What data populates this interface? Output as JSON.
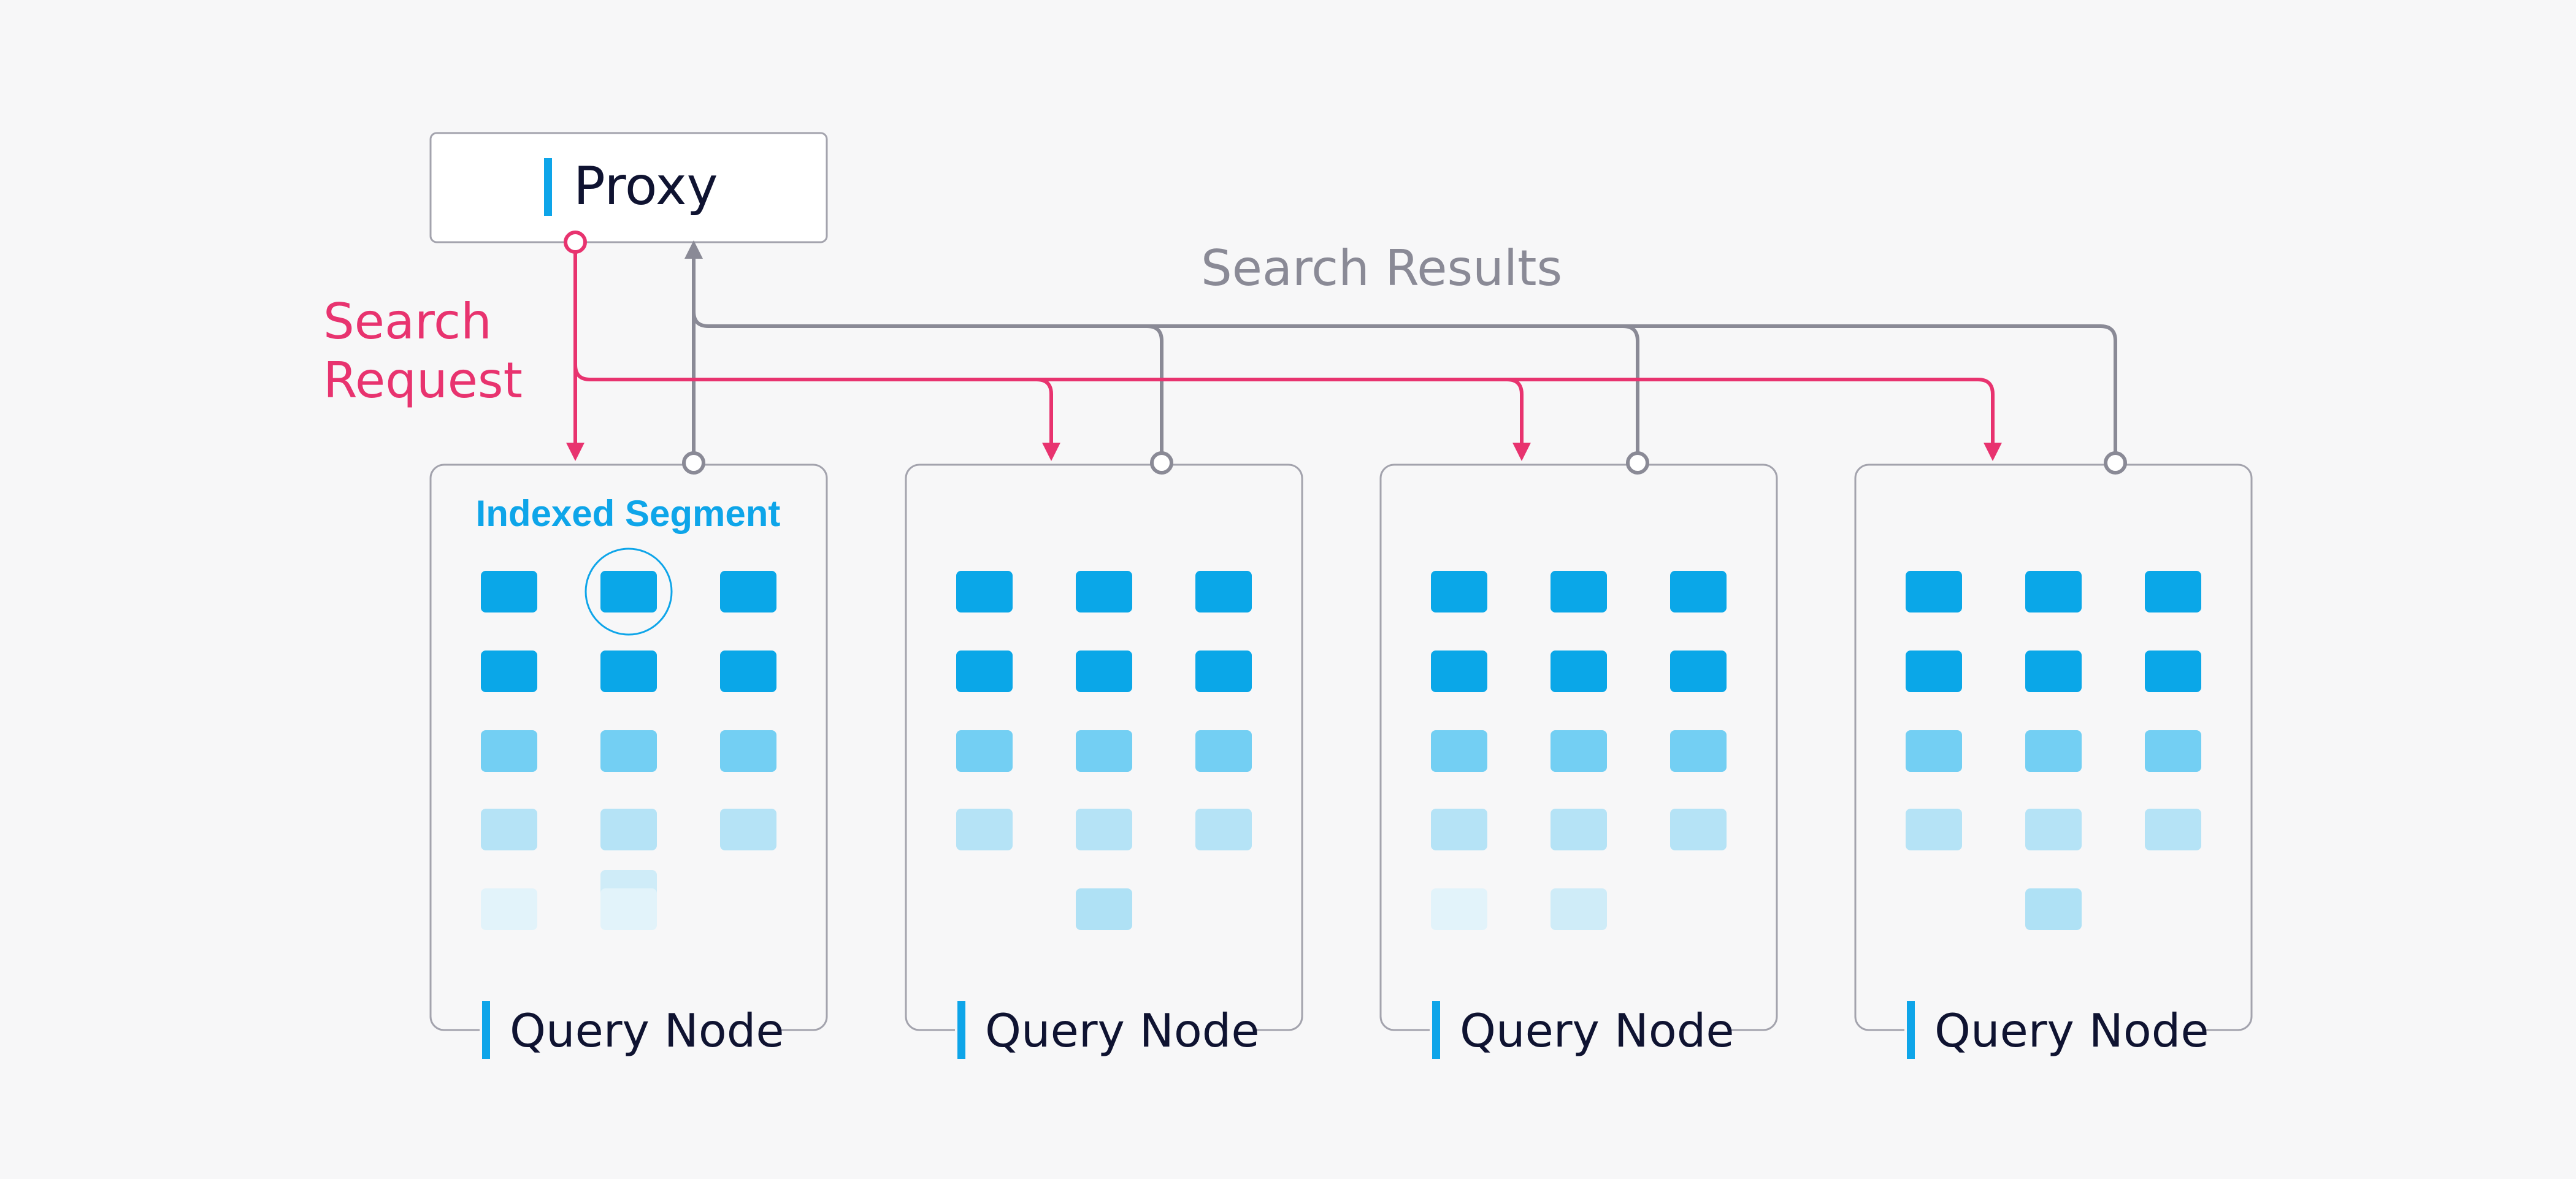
{
  "proxy": {
    "label": "Proxy"
  },
  "search_request_label": [
    "Search",
    "Request"
  ],
  "search_results_label": "Search Results",
  "segment_label": "Indexed Segment",
  "nodes": [
    {
      "label": "Query Node",
      "rows": [
        [
          "strong",
          "strong",
          "strong"
        ],
        [
          "strong",
          "strong",
          "strong"
        ],
        [
          "medium",
          "medium",
          "medium"
        ],
        [
          "light",
          "light",
          "light"
        ],
        [
          "faint",
          "faint-stacked",
          "none"
        ]
      ],
      "highlight": [
        0,
        1
      ]
    },
    {
      "label": "Query Node",
      "rows": [
        [
          "strong",
          "strong",
          "strong"
        ],
        [
          "strong",
          "strong",
          "strong"
        ],
        [
          "medium",
          "medium",
          "medium"
        ],
        [
          "light",
          "light",
          "light"
        ],
        [
          "none",
          "medium-light",
          "none"
        ]
      ]
    },
    {
      "label": "Query Node",
      "rows": [
        [
          "strong",
          "strong",
          "strong"
        ],
        [
          "strong",
          "strong",
          "strong"
        ],
        [
          "medium",
          "medium",
          "medium"
        ],
        [
          "light",
          "light",
          "light"
        ],
        [
          "faint",
          "lighter",
          "none"
        ]
      ]
    },
    {
      "label": "Query Node",
      "rows": [
        [
          "strong",
          "strong",
          "strong"
        ],
        [
          "strong",
          "strong",
          "strong"
        ],
        [
          "medium",
          "medium",
          "medium"
        ],
        [
          "light",
          "light",
          "light"
        ],
        [
          "none",
          "medium-light",
          "none"
        ]
      ]
    }
  ],
  "colors": {
    "background": "#f7f7f8",
    "accent_blue": "#0ea5e9",
    "request_pink": "#e8336f",
    "results_gray": "#8a8a96",
    "box_border": "#a3a3ad",
    "text_dark": "#0f1331"
  }
}
